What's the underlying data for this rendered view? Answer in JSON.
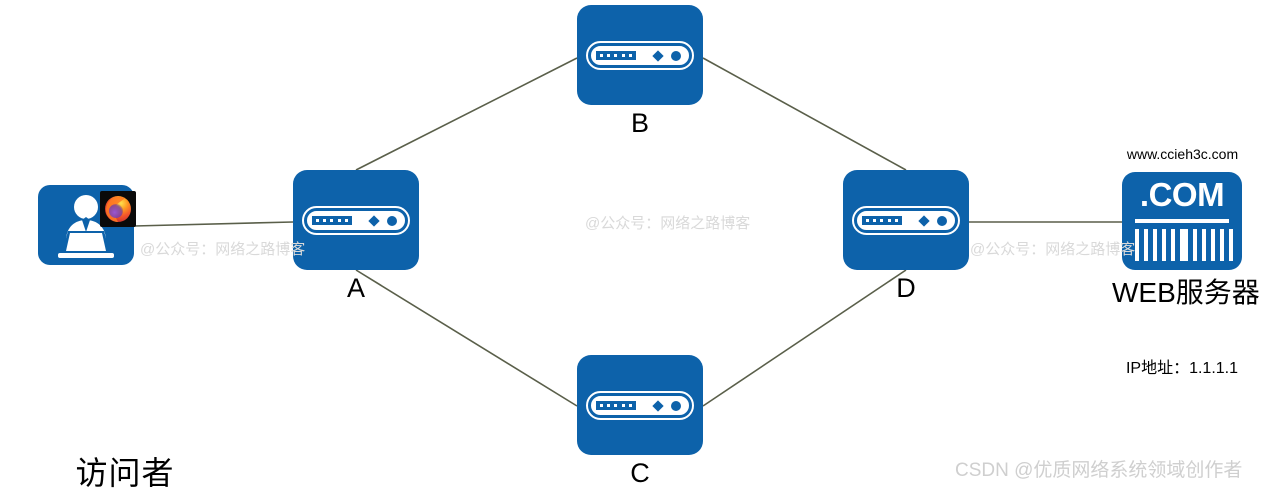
{
  "diagram": {
    "title": "network-path-topology",
    "background": "#ffffff",
    "link_color": "#5a5f4a",
    "node_color": "#0d62aa",
    "label_color": "#000000"
  },
  "nodes": {
    "visitor": {
      "label": "访问者",
      "icon": "user-at-laptop-icon",
      "badge_icon": "firefox-icon"
    },
    "routers": [
      {
        "id": "A",
        "label": "A",
        "icon": "router-icon"
      },
      {
        "id": "B",
        "label": "B",
        "icon": "router-icon"
      },
      {
        "id": "C",
        "label": "C",
        "icon": "router-icon"
      },
      {
        "id": "D",
        "label": "D",
        "icon": "router-icon"
      }
    ],
    "web_server": {
      "url": "www.ccieh3c.com",
      "icon": "dot-com-barcode-icon",
      "icon_text": ".COM",
      "label": "WEB服务器",
      "ip": "IP地址：1.1.1.1"
    }
  },
  "links": [
    {
      "from": "visitor",
      "to": "A"
    },
    {
      "from": "A",
      "to": "B"
    },
    {
      "from": "A",
      "to": "C"
    },
    {
      "from": "B",
      "to": "D"
    },
    {
      "from": "C",
      "to": "D"
    },
    {
      "from": "D",
      "to": "web_server"
    }
  ],
  "watermarks": {
    "wechat": "@公众号：网络之路博客",
    "csdn": "CSDN @优质网络系统领域创作者"
  }
}
